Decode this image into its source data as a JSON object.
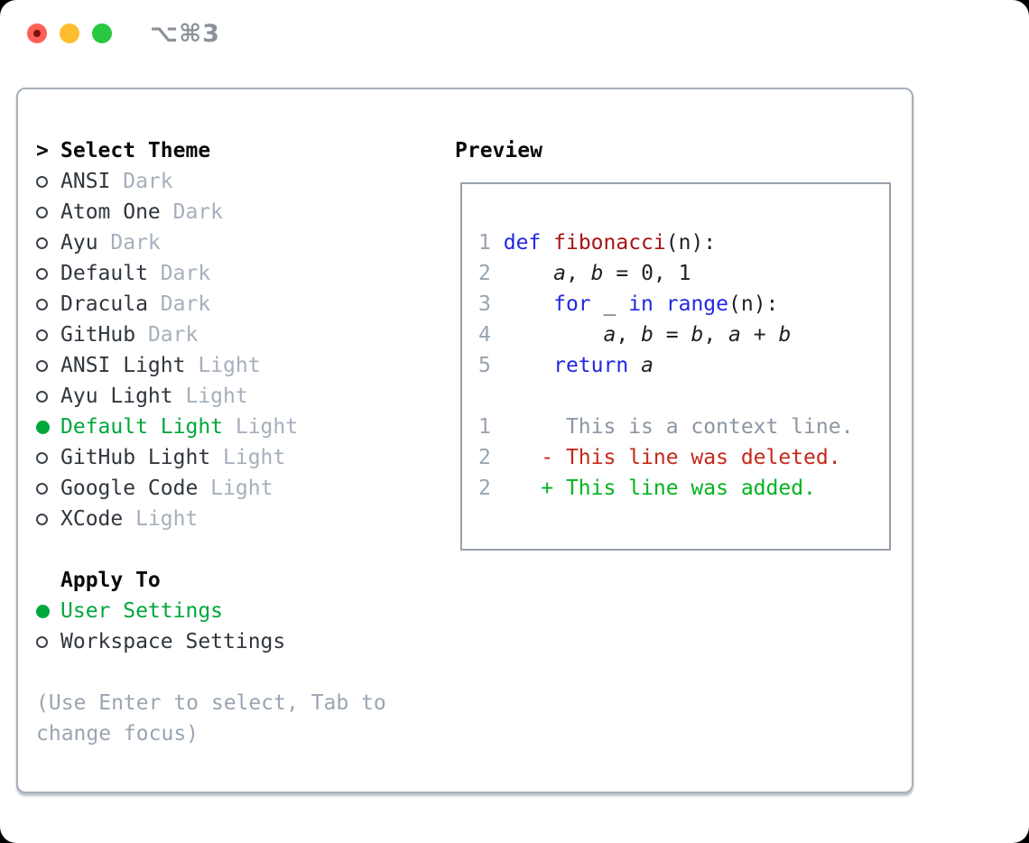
{
  "titlebar": {
    "title": "⌥⌘3",
    "traffic_lights": [
      "close",
      "minimize",
      "zoom"
    ]
  },
  "colors": {
    "text_dark": "#30363d",
    "muted_gray": "#a5afbc",
    "hint_gray": "#9aa5b2",
    "line_number_gray": "#98a3b0",
    "context_gray": "#8b96a3",
    "accent_green": "#00a73c",
    "added_green": "#00b31e",
    "deleted_red": "#c4281a",
    "keyword_blue": "#2028e0",
    "function_maroon": "#a81414",
    "panel_border": "#a7afbb",
    "preview_border": "#98a0ab",
    "title_gray": "#8b9299",
    "tl_red": "#ff5f57",
    "tl_red_dot": "#7e100b",
    "tl_yellow": "#febc2e",
    "tl_green": "#28c840"
  },
  "theme_list": {
    "prompt": ">",
    "header": "Select Theme",
    "themes": [
      {
        "name": "ANSI",
        "variant": "Dark",
        "selected": false
      },
      {
        "name": "Atom One",
        "variant": "Dark",
        "selected": false
      },
      {
        "name": "Ayu",
        "variant": "Dark",
        "selected": false
      },
      {
        "name": "Default",
        "variant": "Dark",
        "selected": false
      },
      {
        "name": "Dracula",
        "variant": "Dark",
        "selected": false
      },
      {
        "name": "GitHub",
        "variant": "Dark",
        "selected": false
      },
      {
        "name": "ANSI Light",
        "variant": "Light",
        "selected": false
      },
      {
        "name": "Ayu Light",
        "variant": "Light",
        "selected": false
      },
      {
        "name": "Default Light",
        "variant": "Light",
        "selected": true
      },
      {
        "name": "GitHub Light",
        "variant": "Light",
        "selected": false
      },
      {
        "name": "Google Code",
        "variant": "Light",
        "selected": false
      },
      {
        "name": "XCode",
        "variant": "Light",
        "selected": false
      }
    ]
  },
  "apply_to": {
    "header": "Apply To",
    "options": [
      {
        "name": "User Settings",
        "selected": true
      },
      {
        "name": "Workspace Settings",
        "selected": false
      }
    ]
  },
  "hint": "(Use Enter to select, Tab to change focus)",
  "preview": {
    "header": "Preview",
    "lines": [
      {
        "num": "1",
        "segments": [
          [
            "def",
            "kw"
          ],
          [
            " ",
            "pl"
          ],
          [
            "fibonacci",
            "fn"
          ],
          [
            "(n):",
            "pl"
          ]
        ]
      },
      {
        "num": "2",
        "segments": [
          [
            "    ",
            "pl"
          ],
          [
            "a",
            "var"
          ],
          [
            ", ",
            "pl"
          ],
          [
            "b",
            "var"
          ],
          [
            " = 0, 1",
            "pl"
          ]
        ]
      },
      {
        "num": "3",
        "segments": [
          [
            "    ",
            "pl"
          ],
          [
            "for",
            "kw"
          ],
          [
            " _ ",
            "pl"
          ],
          [
            "in",
            "kw"
          ],
          [
            " ",
            "pl"
          ],
          [
            "range",
            "kw"
          ],
          [
            "(n):",
            "pl"
          ]
        ]
      },
      {
        "num": "4",
        "segments": [
          [
            "        ",
            "pl"
          ],
          [
            "a",
            "var"
          ],
          [
            ", ",
            "pl"
          ],
          [
            "b",
            "var"
          ],
          [
            " = ",
            "pl"
          ],
          [
            "b",
            "var"
          ],
          [
            ", ",
            "pl"
          ],
          [
            "a",
            "var"
          ],
          [
            " + ",
            "pl"
          ],
          [
            "b",
            "var"
          ]
        ]
      },
      {
        "num": "5",
        "segments": [
          [
            "    ",
            "pl"
          ],
          [
            "return",
            "kw"
          ],
          [
            " ",
            "pl"
          ],
          [
            "a",
            "var"
          ]
        ]
      },
      {
        "num": "",
        "segments": []
      },
      {
        "num": "1",
        "segments": [
          [
            "     This is a context line.",
            "ctx"
          ]
        ]
      },
      {
        "num": "2",
        "segments": [
          [
            "   - This line was deleted.",
            "del"
          ]
        ]
      },
      {
        "num": "2",
        "segments": [
          [
            "   + This line was added.",
            "add"
          ]
        ]
      }
    ]
  }
}
